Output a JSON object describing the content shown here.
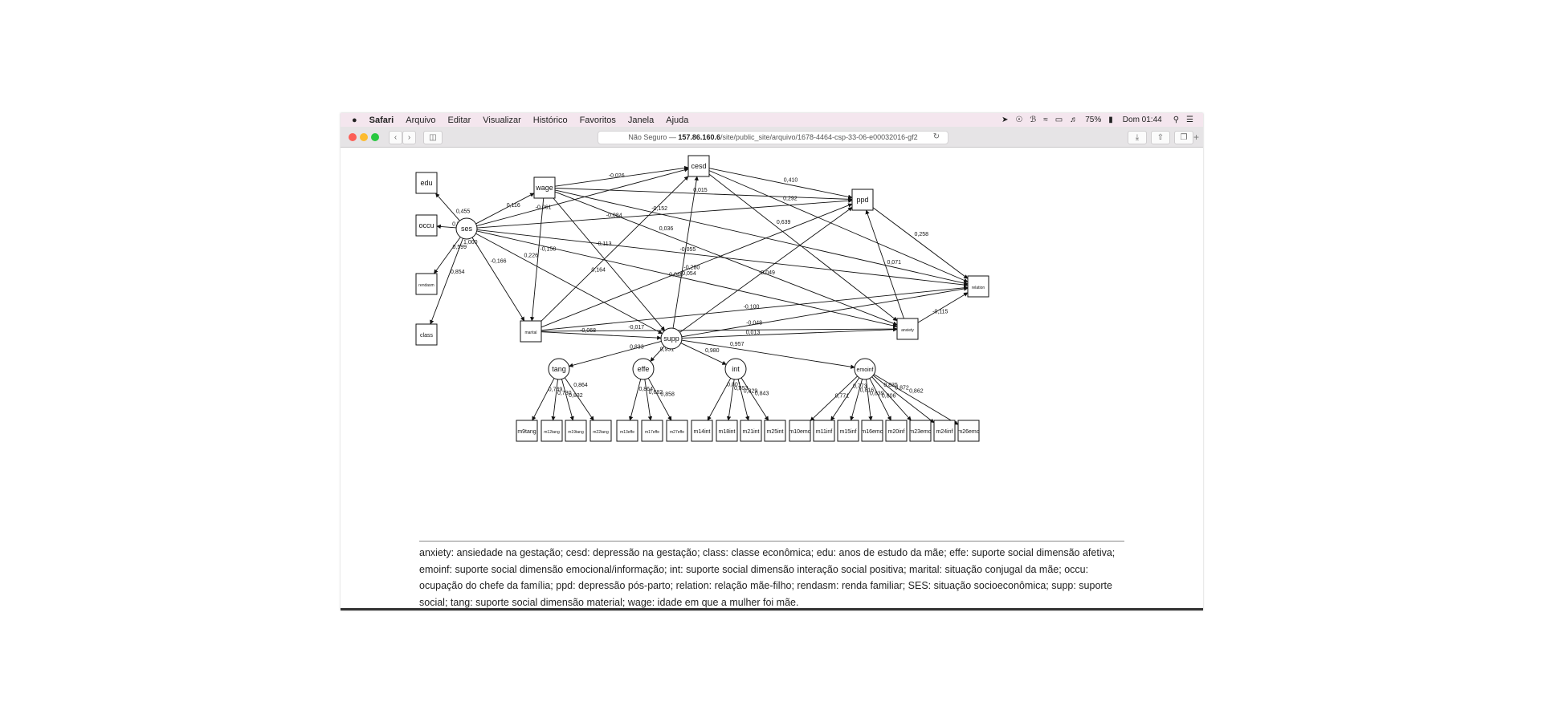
{
  "menubar": {
    "apple": "",
    "app": "Safari",
    "items": [
      "Arquivo",
      "Editar",
      "Visualizar",
      "Histórico",
      "Favoritos",
      "Janela",
      "Ajuda"
    ],
    "battery": "75%",
    "clock": "Dom 01:44"
  },
  "browser": {
    "url_prefix": "Não Seguro — ",
    "url_host": "157.86.160.6",
    "url_path": "/site/public_site/arquivo/1678-4464-csp-33-06-e00032016-gf2"
  },
  "diagram": {
    "nodes": [
      {
        "id": "edu",
        "label": "edu",
        "shape": "box"
      },
      {
        "id": "occu",
        "label": "occu",
        "shape": "box"
      },
      {
        "id": "rendasm",
        "label": "rendasm",
        "shape": "box"
      },
      {
        "id": "class",
        "label": "class",
        "shape": "box"
      },
      {
        "id": "ses",
        "label": "ses",
        "shape": "circle"
      },
      {
        "id": "wage",
        "label": "wage",
        "shape": "box"
      },
      {
        "id": "marital",
        "label": "marital",
        "shape": "box"
      },
      {
        "id": "cesd",
        "label": "cesd",
        "shape": "box"
      },
      {
        "id": "ppd",
        "label": "ppd",
        "shape": "box"
      },
      {
        "id": "relation",
        "label": "relation",
        "shape": "box"
      },
      {
        "id": "anxiety",
        "label": "anxiety",
        "shape": "box"
      },
      {
        "id": "supp",
        "label": "supp",
        "shape": "circle"
      },
      {
        "id": "tang",
        "label": "tang",
        "shape": "circle"
      },
      {
        "id": "effe",
        "label": "effe",
        "shape": "circle"
      },
      {
        "id": "int",
        "label": "int",
        "shape": "circle"
      },
      {
        "id": "emoinf",
        "label": "emoinf",
        "shape": "circle"
      },
      {
        "id": "m9tang",
        "label": "m9tang",
        "shape": "box"
      },
      {
        "id": "m12tang",
        "label": "m12tang",
        "shape": "box"
      },
      {
        "id": "m19tang",
        "label": "m19tang",
        "shape": "box"
      },
      {
        "id": "m22tang",
        "label": "m22tang",
        "shape": "box"
      },
      {
        "id": "m13effe",
        "label": "m13effe",
        "shape": "box"
      },
      {
        "id": "m17effe",
        "label": "m17effe",
        "shape": "box"
      },
      {
        "id": "m27effe",
        "label": "m27effe",
        "shape": "box"
      },
      {
        "id": "m14int",
        "label": "m14int",
        "shape": "box"
      },
      {
        "id": "m18int",
        "label": "m18int",
        "shape": "box"
      },
      {
        "id": "m21int",
        "label": "m21int",
        "shape": "box"
      },
      {
        "id": "m25int",
        "label": "m25int",
        "shape": "box"
      },
      {
        "id": "m10emo",
        "label": "m10emo",
        "shape": "box"
      },
      {
        "id": "m11inf",
        "label": "m11inf",
        "shape": "box"
      },
      {
        "id": "m15inf",
        "label": "m15inf",
        "shape": "box"
      },
      {
        "id": "m16emo",
        "label": "m16emo",
        "shape": "box"
      },
      {
        "id": "m20inf",
        "label": "m20inf",
        "shape": "box"
      },
      {
        "id": "m23emo",
        "label": "m23emo",
        "shape": "box"
      },
      {
        "id": "m24inf",
        "label": "m24inf",
        "shape": "box"
      },
      {
        "id": "m26emo",
        "label": "m26emo",
        "shape": "box"
      }
    ],
    "edges": [
      {
        "from": "ses",
        "to": "edu",
        "label": "0,455"
      },
      {
        "from": "ses",
        "to": "occu",
        "label": "0,557"
      },
      {
        "from": "ses",
        "to": "rendasm",
        "label": "0,599"
      },
      {
        "from": "ses",
        "to": "class",
        "label": "0,854"
      },
      {
        "from": "ses",
        "to": "wage",
        "label": "0,116"
      },
      {
        "from": "ses",
        "to": "cesd",
        "label": "-0,061"
      },
      {
        "from": "ses",
        "to": "ppd",
        "label": "-0,084"
      },
      {
        "from": "ses",
        "to": "relation",
        "label": "-0,055"
      },
      {
        "from": "ses",
        "to": "anxiety",
        "label": "-0,054"
      },
      {
        "from": "ses",
        "to": "supp",
        "label": "0,226"
      },
      {
        "from": "ses",
        "to": "marital",
        "label": "-0,166"
      },
      {
        "from": "wage",
        "to": "cesd",
        "label": "-0,026"
      },
      {
        "from": "wage",
        "to": "ppd",
        "label": "0,015"
      },
      {
        "from": "wage",
        "to": "relation",
        "label": "-0,152"
      },
      {
        "from": "wage",
        "to": "anxiety",
        "label": "0,036"
      },
      {
        "from": "wage",
        "to": "supp",
        "label": "-0,113"
      },
      {
        "from": "wage",
        "to": "marital",
        "label": "-0,158"
      },
      {
        "from": "cesd",
        "to": "ppd",
        "label": "0,410"
      },
      {
        "from": "cesd",
        "to": "relation",
        "label": "0,292"
      },
      {
        "from": "cesd",
        "to": "anxiety",
        "label": "0,639"
      },
      {
        "from": "ppd",
        "to": "relation",
        "label": "0,258"
      },
      {
        "from": "anxiety",
        "to": "ppd",
        "label": "0,071"
      },
      {
        "from": "anxiety",
        "to": "relation",
        "label": "-0,115"
      },
      {
        "from": "marital",
        "to": "cesd",
        "label": "0,164"
      },
      {
        "from": "marital",
        "to": "ppd",
        "label": "-0,040"
      },
      {
        "from": "marital",
        "to": "relation",
        "label": "-0,100"
      },
      {
        "from": "marital",
        "to": "anxiety",
        "label": "-0,017"
      },
      {
        "from": "marital",
        "to": "supp",
        "label": "-0,068"
      },
      {
        "from": "supp",
        "to": "cesd",
        "label": "-0,280"
      },
      {
        "from": "supp",
        "to": "ppd",
        "label": "-0,049"
      },
      {
        "from": "supp",
        "to": "relation",
        "label": "-0,048"
      },
      {
        "from": "supp",
        "to": "anxiety",
        "label": "0,013"
      },
      {
        "from": "supp",
        "to": "tang",
        "label": "0,833"
      },
      {
        "from": "supp",
        "to": "effe",
        "label": "0,951"
      },
      {
        "from": "supp",
        "to": "int",
        "label": "0,980"
      },
      {
        "from": "supp",
        "to": "emoinf",
        "label": "0,957"
      },
      {
        "from": "tang",
        "to": "m9tang",
        "label": "0,749"
      },
      {
        "from": "tang",
        "to": "m12tang",
        "label": "0,730"
      },
      {
        "from": "tang",
        "to": "m19tang",
        "label": "0,832"
      },
      {
        "from": "tang",
        "to": "m22tang",
        "label": "0,864"
      },
      {
        "from": "effe",
        "to": "m13effe",
        "label": "0,864"
      },
      {
        "from": "effe",
        "to": "m17effe",
        "label": "0,682"
      },
      {
        "from": "effe",
        "to": "m27effe",
        "label": "0,858"
      },
      {
        "from": "int",
        "to": "m14int",
        "label": "0,801"
      },
      {
        "from": "int",
        "to": "m18int",
        "label": "0,853"
      },
      {
        "from": "int",
        "to": "m21int",
        "label": "0,829"
      },
      {
        "from": "int",
        "to": "m25int",
        "label": "0,843"
      },
      {
        "from": "emoinf",
        "to": "m10emo",
        "label": "0,771"
      },
      {
        "from": "emoinf",
        "to": "m11inf",
        "label": "0,773"
      },
      {
        "from": "emoinf",
        "to": "m15inf",
        "label": "0,816"
      },
      {
        "from": "emoinf",
        "to": "m16emo",
        "label": "0,839"
      },
      {
        "from": "emoinf",
        "to": "m20inf",
        "label": "0,806"
      },
      {
        "from": "emoinf",
        "to": "m23emo",
        "label": "0,835"
      },
      {
        "from": "emoinf",
        "to": "m24inf",
        "label": "0,872"
      },
      {
        "from": "emoinf",
        "to": "m26emo",
        "label": "0,862"
      }
    ],
    "variance_label": "1,000"
  },
  "caption": "anxiety: ansiedade na gestação; cesd: depressão na gestação; class: classe econômica; edu: anos de estudo da mãe; effe: suporte social dimensão afetiva; emoinf: suporte social dimensão emocional/informação; int: suporte social dimensão interação social positiva; marital: situação conjugal da mãe; occu: ocupação do chefe da família; ppd: depressão pós-parto; relation: relação mãe-filho; rendasm: renda familiar; SES: situação socioeconômica; supp: suporte social; tang: suporte social dimensão material; wage: idade em que a mulher foi mãe."
}
